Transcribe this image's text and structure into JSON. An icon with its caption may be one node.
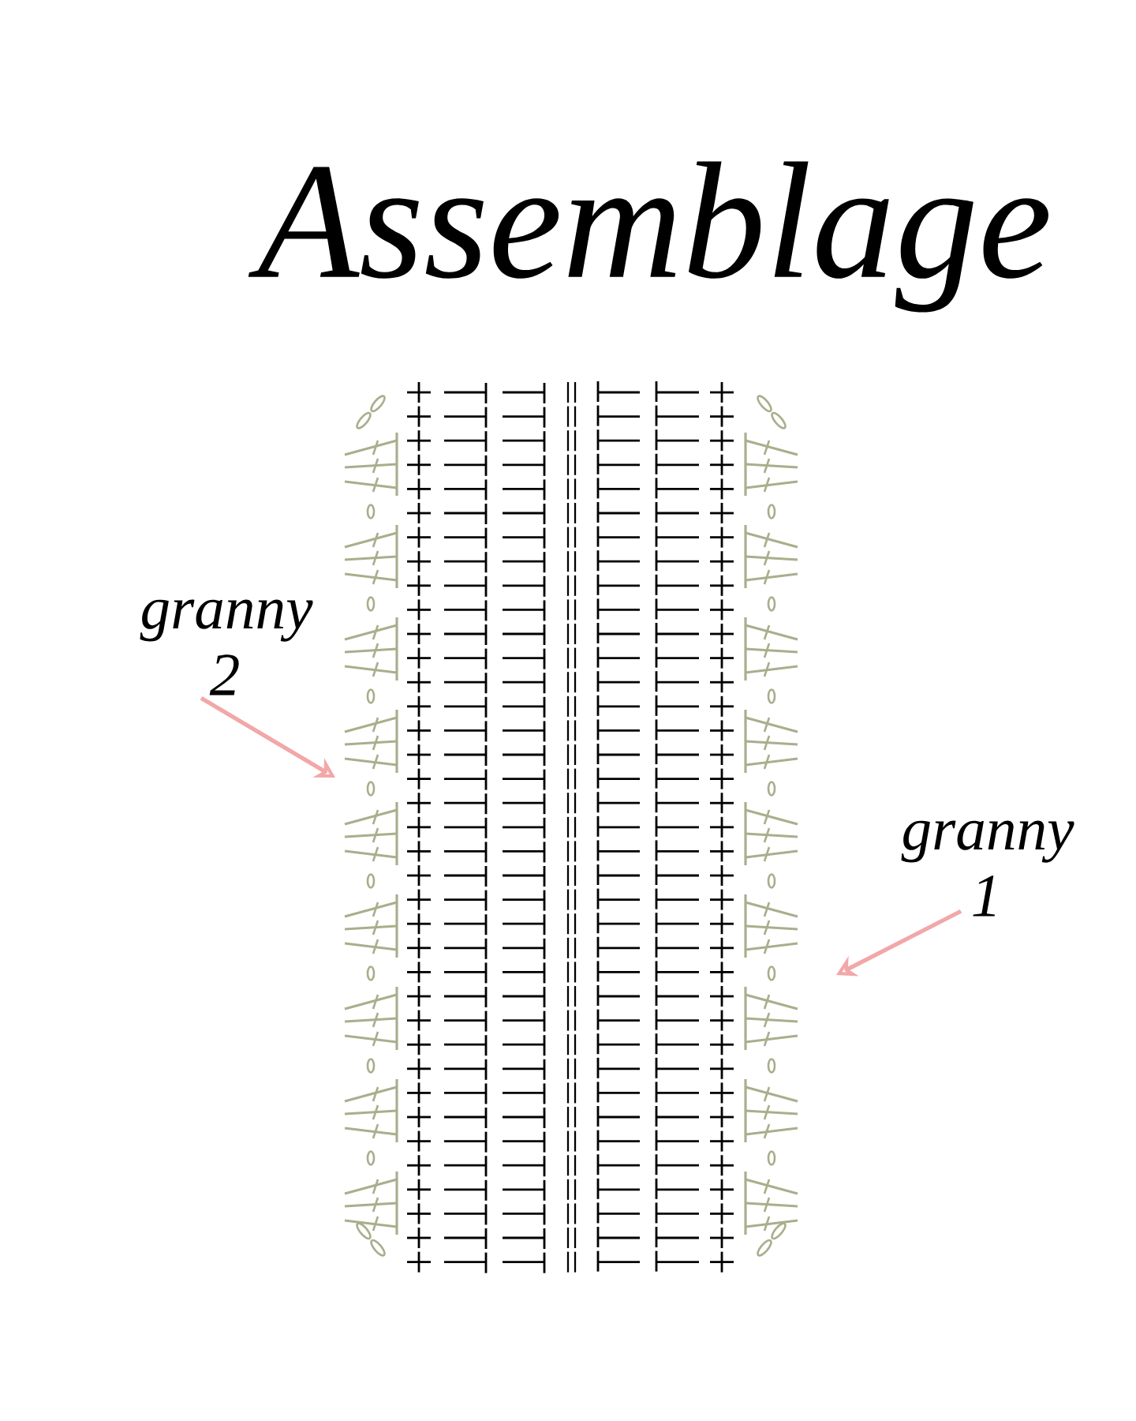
{
  "diagram": {
    "title": "Assemblage",
    "nodes": [
      {
        "text": [
          "granny 2"
        ]
      },
      {
        "text": [
          "granny 1"
        ]
      }
    ],
    "edges": [
      {
        "from": 0,
        "to": null,
        "arrow": "to",
        "color": "#f2a7a8"
      },
      {
        "from": 1,
        "to": null,
        "arrow": "to",
        "color": "#f2a7a8"
      }
    ]
  }
}
